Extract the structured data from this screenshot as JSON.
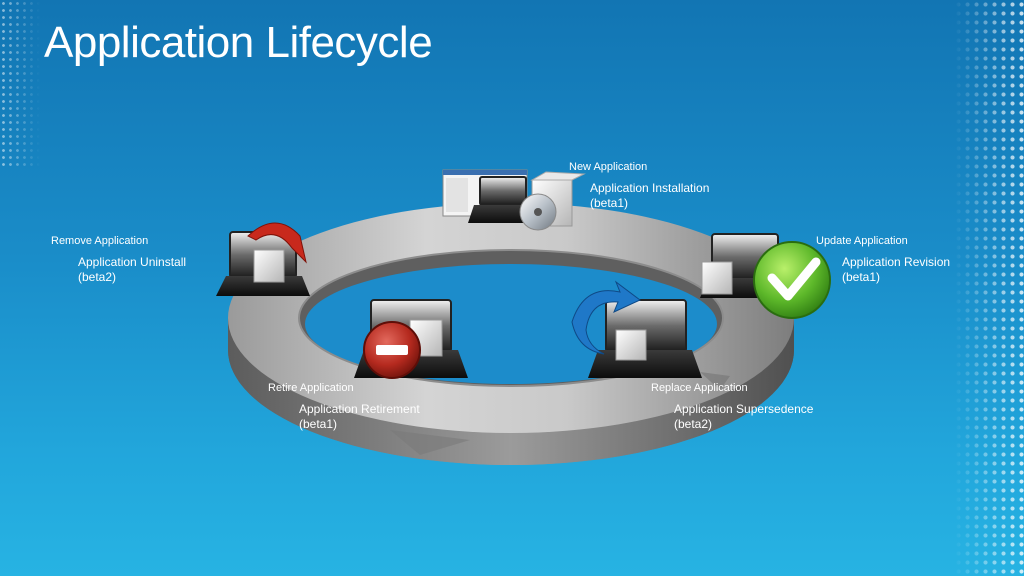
{
  "title": "Application Lifecycle",
  "stages": {
    "new": {
      "label": "New Application",
      "line1": "Application Installation",
      "line2": "(beta1)"
    },
    "update": {
      "label": "Update Application",
      "line1": "Application Revision",
      "line2": "(beta1)"
    },
    "remove": {
      "label": "Remove Application",
      "line1": "Application Uninstall",
      "line2": "(beta2)"
    },
    "retire": {
      "label": "Retire Application",
      "line1": "Application Retirement",
      "line2": "(beta1)"
    },
    "replace": {
      "label": "Replace Application",
      "line1": "Application Supersedence",
      "line2": "(beta2)"
    }
  }
}
